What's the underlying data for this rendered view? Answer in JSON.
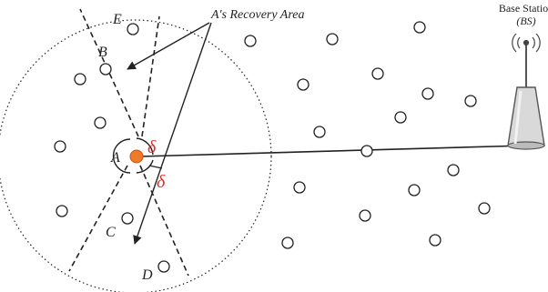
{
  "labels": {
    "recovery_area": "A's Recovery Area",
    "node_a": "A",
    "node_b": "B",
    "node_c": "C",
    "node_d": "D",
    "node_e": "E",
    "delta_top": "δ",
    "delta_bottom": "δ",
    "base_station_title": "Base Station",
    "base_station_abbr": "(BS)"
  },
  "colors": {
    "node_a_fill": "#f07a2c",
    "delta": "#e0302a",
    "ink": "#222222"
  },
  "icons": [
    "base-station-tower-icon",
    "radio-waves-icon"
  ]
}
